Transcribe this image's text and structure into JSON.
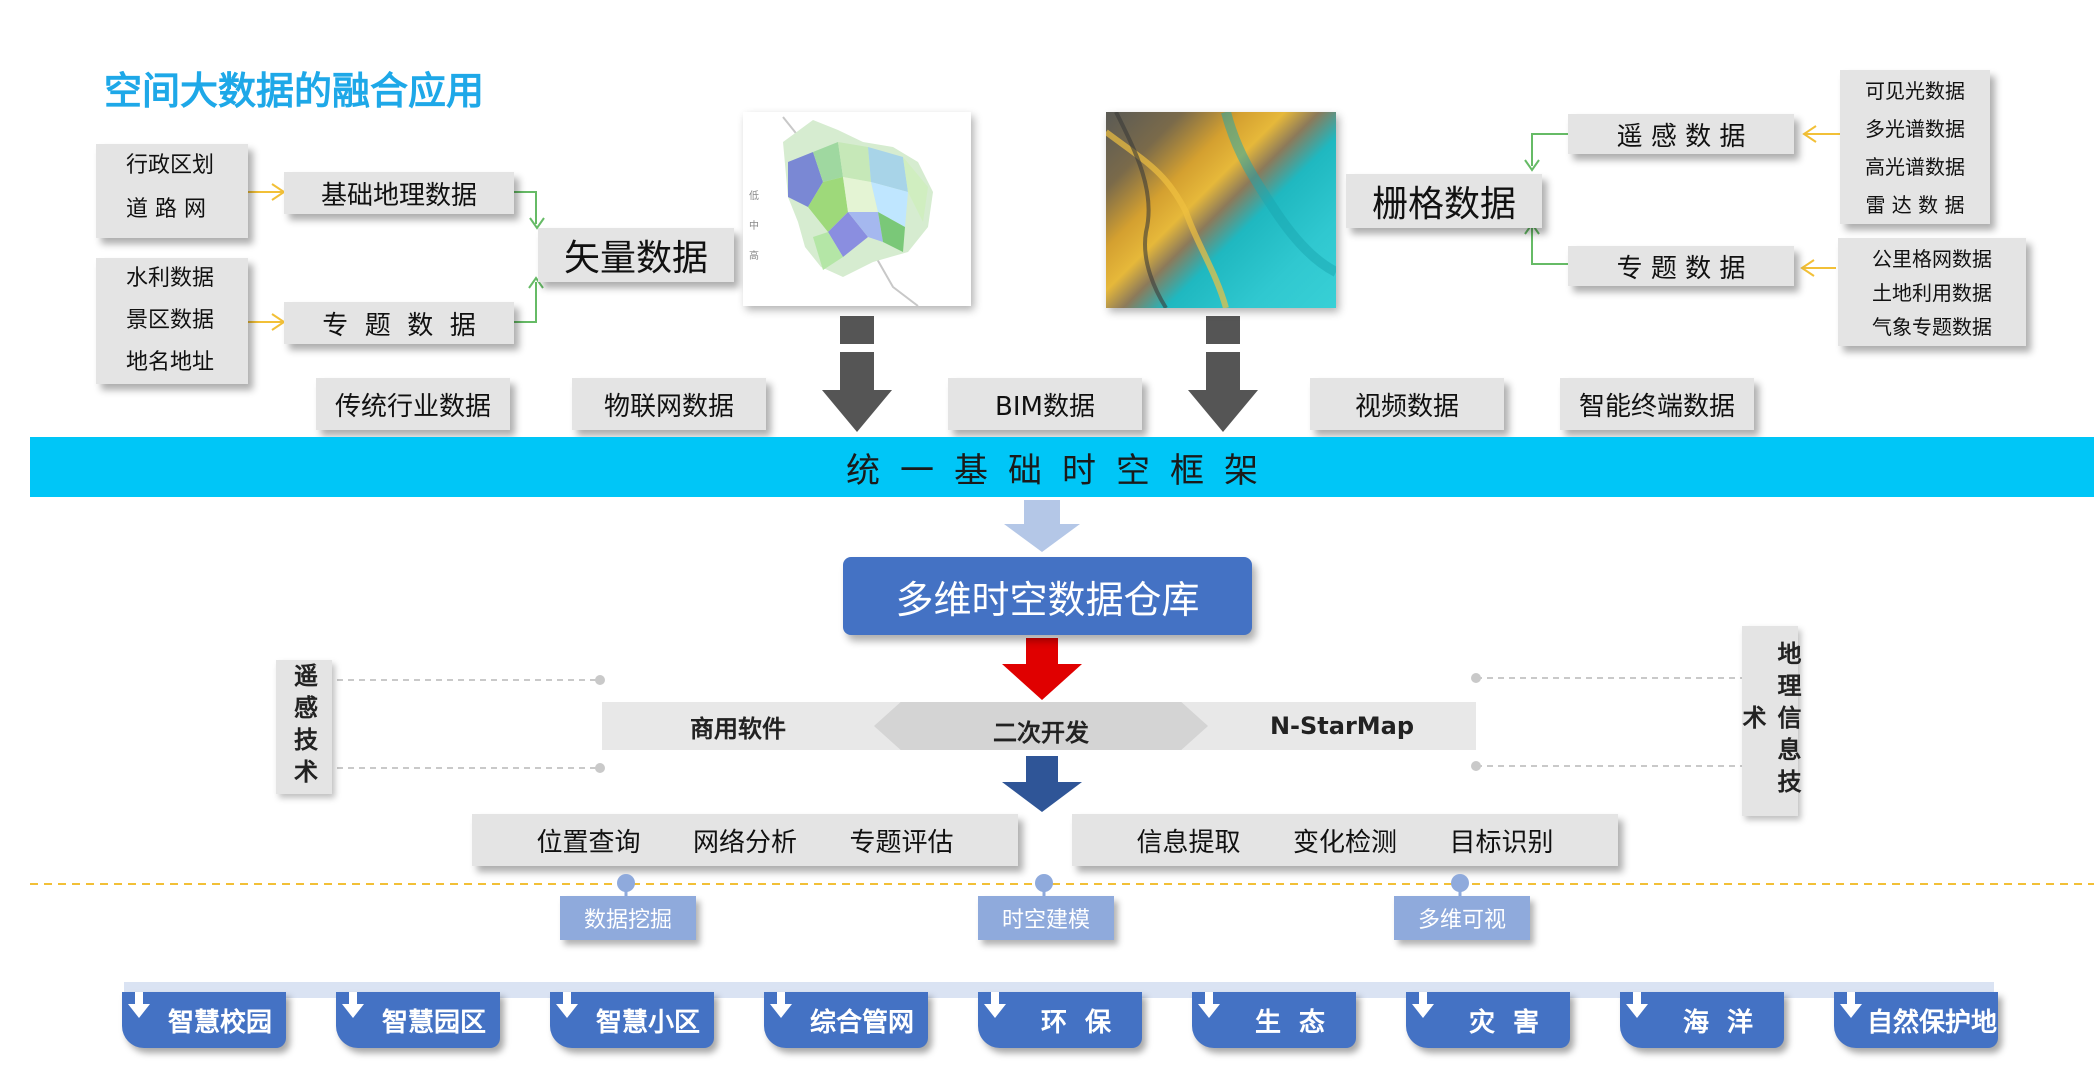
{
  "title": "空间大数据的融合应用",
  "vector": {
    "basic_sources": [
      "行政区划",
      "道 路 网"
    ],
    "basic_label": "基础地理数据",
    "topic_sources": [
      "水利数据",
      "景区数据",
      "地名地址"
    ],
    "topic_label": "专  题  数  据",
    "main_label": "矢量数据",
    "map_legend": [
      "低",
      "中",
      "高"
    ]
  },
  "raster": {
    "main_label": "栅格数据",
    "rs_label": "遥 感 数 据",
    "rs_sources": [
      "可见光数据",
      "多光谱数据",
      "高光谱数据",
      "雷 达 数 据"
    ],
    "topic_label": "专 题 数 据",
    "topic_sources": [
      "公里格网数据",
      "土地利用数据",
      "气象专题数据"
    ]
  },
  "categories": [
    "传统行业数据",
    "物联网数据",
    "BIM数据",
    "视频数据",
    "智能终端数据"
  ],
  "framework": "统一基础时空框架",
  "warehouse": "多维时空数据仓库",
  "left_tech": "遥感技术",
  "right_tech": "地理信息技术",
  "dev_bar": {
    "left": "商用软件",
    "center": "二次开发",
    "right": "N-StarMap"
  },
  "capabilities_left": "位置查询  网络分析  专题评估",
  "capabilities_right": "信息提取  变化检测  目标识别",
  "chips": [
    "数据挖掘",
    "时空建模",
    "多维可视"
  ],
  "apps": [
    "智慧校园",
    "智慧园区",
    "智慧小区",
    "综合管网",
    "环  保",
    "生  态",
    "灾  害",
    "海  洋",
    "自然保护地"
  ],
  "colors": {
    "title": "#1ea8e8",
    "band": "#00c6f7",
    "warehouse": "#4472c4",
    "chip": "#8faadc",
    "red_arrow": "#e00000"
  }
}
